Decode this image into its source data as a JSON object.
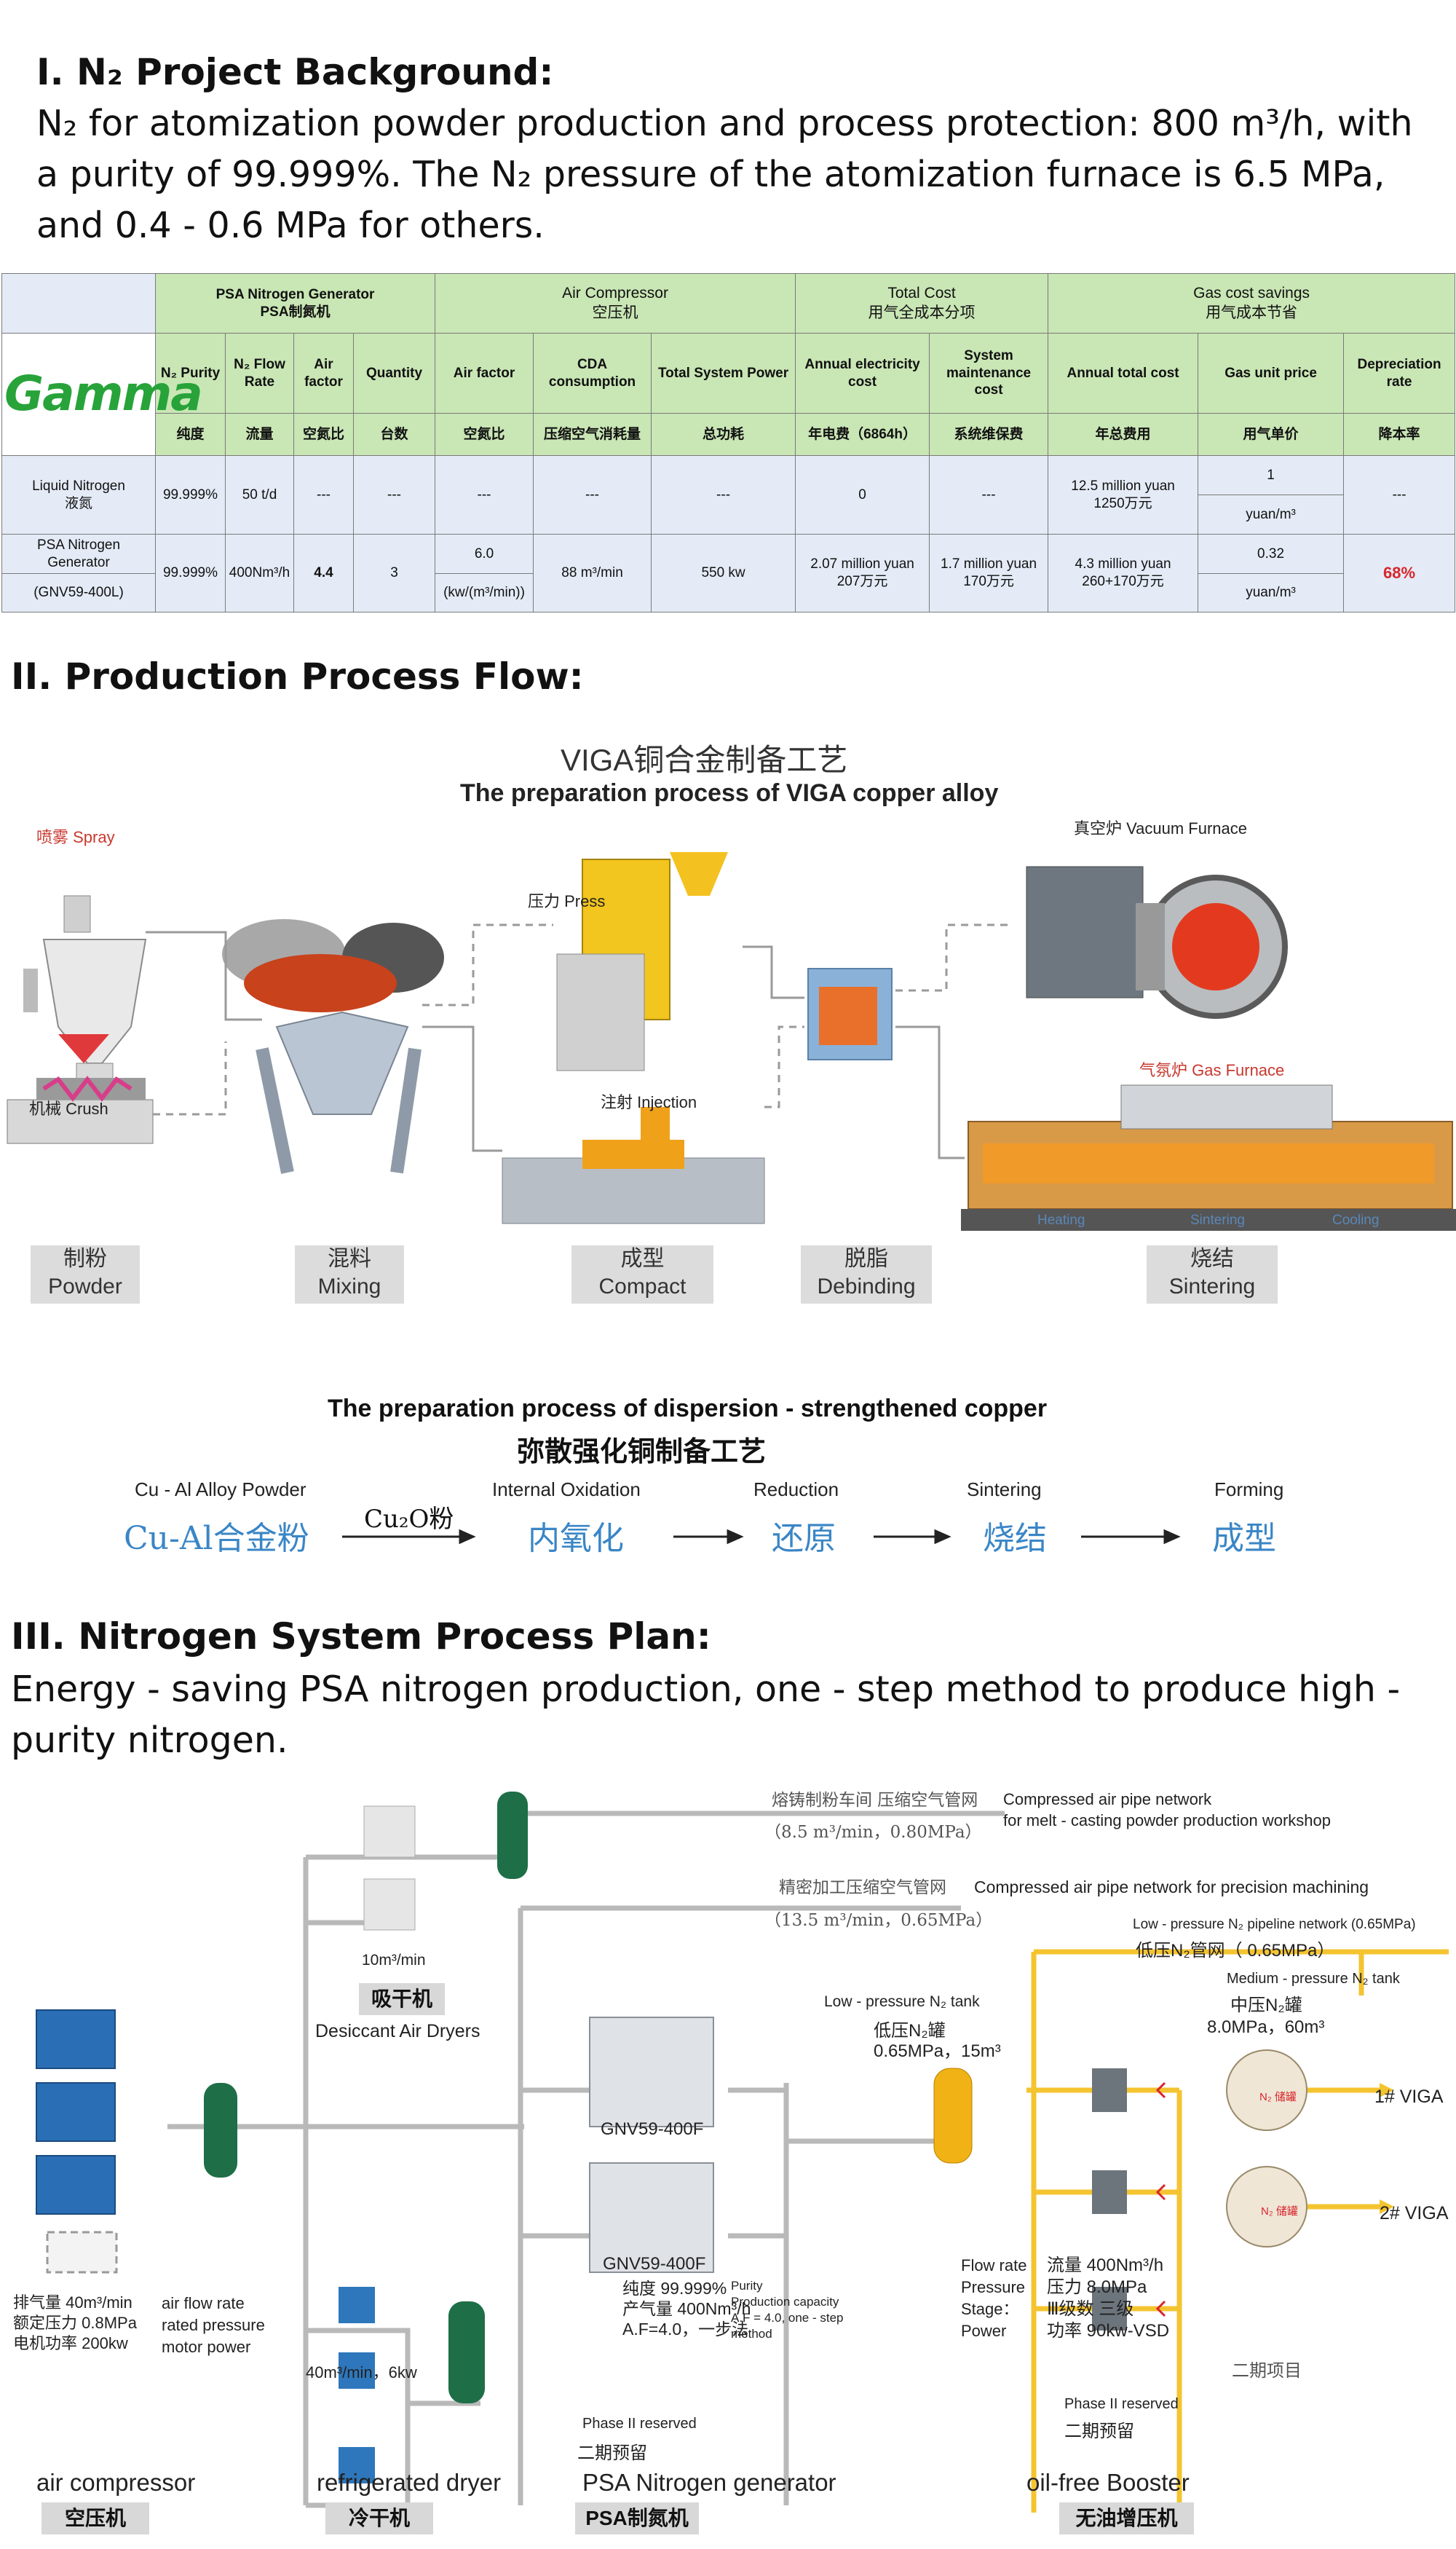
{
  "section1": {
    "title": "I. N₂ Project Background:",
    "paragraph": "N₂ for atomization powder production and process protection: 800 m³/h, with a purity of 99.999%. The N₂ pressure of the atomization furnace is 6.5 MPa, and 0.4 - 0.6 MPa for others."
  },
  "table": {
    "logo": "Gamma",
    "group_psa": {
      "en": "PSA Nitrogen Generator",
      "cn": "PSA制氮机"
    },
    "group_air": {
      "en": "Air Compressor",
      "cn": "空压机"
    },
    "group_total": {
      "en": "Total Cost",
      "cn": "用气全成本分项"
    },
    "group_savings": {
      "en": "Gas cost savings",
      "cn": "用气成本节省"
    },
    "headers_en": [
      "N₂ Purity",
      "N₂ Flow Rate",
      "Air factor",
      "Quantity",
      "Air factor",
      "CDA consumption",
      "Total System Power",
      "Annual electricity cost",
      "System maintenance cost",
      "Annual total cost",
      "Gas unit price",
      "Depreciation rate"
    ],
    "headers_cn": [
      "纯度",
      "流量",
      "空氮比",
      "台数",
      "空氮比",
      "压缩空气消耗量",
      "总功耗",
      "年电费（6864h）",
      "系统维保费",
      "年总费用",
      "用气单价",
      "降本率"
    ],
    "row1": {
      "name_en": "Liquid Nitrogen",
      "name_cn": "液氮",
      "purity": "99.999%",
      "flow": "50 t/d",
      "airfactor": "---",
      "quantity": "---",
      "airfactor2": "---",
      "cda": "---",
      "power": "---",
      "elec": "0",
      "maint": "---",
      "total_en": "12.5 million yuan",
      "total_cn": "1250万元",
      "price": "1",
      "price_unit": "yuan/m³",
      "depr": "---"
    },
    "row2": {
      "name_en": "PSA Nitrogen Generator",
      "name_model": "(GNV59-400L)",
      "purity": "99.999%",
      "flow": "400Nm³/h",
      "airfactor": "4.4",
      "quantity": "3",
      "airfactor2": "6.0",
      "airfactor2_unit": "(kw/(m³/min))",
      "cda": "88 m³/min",
      "power": "550 kw",
      "elec_en": "2.07 million yuan",
      "elec_cn": "207万元",
      "maint_en": "1.7 million yuan",
      "maint_cn": "170万元",
      "total_en": "4.3 million yuan",
      "total_cn": "260+170万元",
      "price": "0.32",
      "price_unit": "yuan/m³",
      "depr": "68%"
    }
  },
  "section2": {
    "title": "II. Production Process Flow:",
    "viga_title_cn": "VIGA铜合金制备工艺",
    "viga_title_en": "The preparation process of VIGA copper alloy",
    "labels": {
      "spray": "喷雾 Spray",
      "crush": "机械 Crush",
      "press": "压力 Press",
      "injection": "注射 Injection",
      "vacuum": "真空炉 Vacuum Furnace",
      "gas": "气氛炉 Gas Furnace",
      "heating": "Heating",
      "sintering": "Sintering",
      "cooling": "Cooling"
    },
    "stages": [
      {
        "cn": "制粉",
        "en": "Powder"
      },
      {
        "cn": "混料",
        "en": "Mixing"
      },
      {
        "cn": "成型",
        "en": "Compact"
      },
      {
        "cn": "脱脂",
        "en": "Debinding"
      },
      {
        "cn": "烧结",
        "en": "Sintering"
      }
    ],
    "disp_title_en": "The preparation process of dispersion - strengthened copper",
    "disp_title_cn": "弥散强化铜制备工艺",
    "disp_steps": [
      {
        "en": "Cu - Al Alloy Powder",
        "cn": "Cu-Al合金粉"
      },
      {
        "en": "Internal Oxidation",
        "cn": "内氧化"
      },
      {
        "en": "Reduction",
        "cn": "还原"
      },
      {
        "en": "Sintering",
        "cn": "烧结"
      },
      {
        "en": "Forming",
        "cn": "成型"
      }
    ],
    "arrow_label": "Cu₂O粉"
  },
  "section3": {
    "title": "III. Nitrogen System Process Plan:",
    "paragraph": "Energy - saving PSA nitrogen production, one - step method to produce high - purity nitrogen.",
    "pipe1_cn": "熔铸制粉车间 压缩空气管网",
    "pipe1_en1": "Compressed air pipe network",
    "pipe1_en2": "for melt - casting powder production workshop",
    "pipe1_spec": "（8.5 m³/min，0.80MPa）",
    "pipe2_cn": "精密加工压缩空气管网",
    "pipe2_en": "Compressed air pipe network for precision machining",
    "pipe2_spec": "（13.5 m³/min，0.65MPa）",
    "lp_net_en": "Low - pressure N₂ pipeline network (0.65MPa)",
    "lp_net_cn": "低压N₂管网（ 0.65MPa）",
    "mp_tank_en": "Medium - pressure N₂ tank",
    "mp_tank_cn": "中压N₂罐",
    "mp_tank_spec": "8.0MPa，60m³",
    "lp_tank_en": "Low - pressure N₂ tank",
    "lp_tank_cn": "低压N₂罐",
    "lp_tank_spec": "0.65MPa，15m³",
    "dryer_flow": "10m³/min",
    "dryer_cn": "吸干机",
    "dryer_en": "Desiccant Air Dryers",
    "gen1": "GNV59-400F",
    "gen2": "GNV59-400F",
    "gen_spec_cn": [
      "纯度 99.999%",
      "产气量 400Nm³/h",
      "A.F=4.0，一步法"
    ],
    "gen_spec_en": [
      "Purity",
      "Production capacity",
      "A.F = 4.0, one - step",
      "method"
    ],
    "comp_spec_cn": [
      "排气量 40m³/min",
      "额定压力 0.8MPa",
      "电机功率 200kw"
    ],
    "comp_spec_en": [
      "air flow rate",
      "rated pressure",
      "motor power"
    ],
    "refdryer_flow": "40m³/min，6kw",
    "phase2_en": "Phase II reserved",
    "phase2_cn": "二期预留",
    "booster_spec_en": [
      "Flow rate",
      "Pressure",
      "Stage：",
      "Power"
    ],
    "booster_spec_cn": [
      "流量 400Nm³/h",
      "压力 8.0MPa",
      "Ⅲ级数 三级",
      "功率 90kw-VSD"
    ],
    "phase2b_en": "Phase II reserved",
    "phase2b_cn": "二期预留",
    "phase2_project": "二期项目",
    "viga1": "1# VIGA",
    "viga2": "2# VIGA",
    "tank_label": "N₂ 储罐",
    "bottom_en": [
      "air compressor",
      "refrigerated dryer",
      "PSA Nitrogen generator",
      "oil-free Booster"
    ],
    "bottom_cn": [
      "空压机",
      "冷干机",
      "PSA制氮机",
      "无油增压机"
    ]
  }
}
